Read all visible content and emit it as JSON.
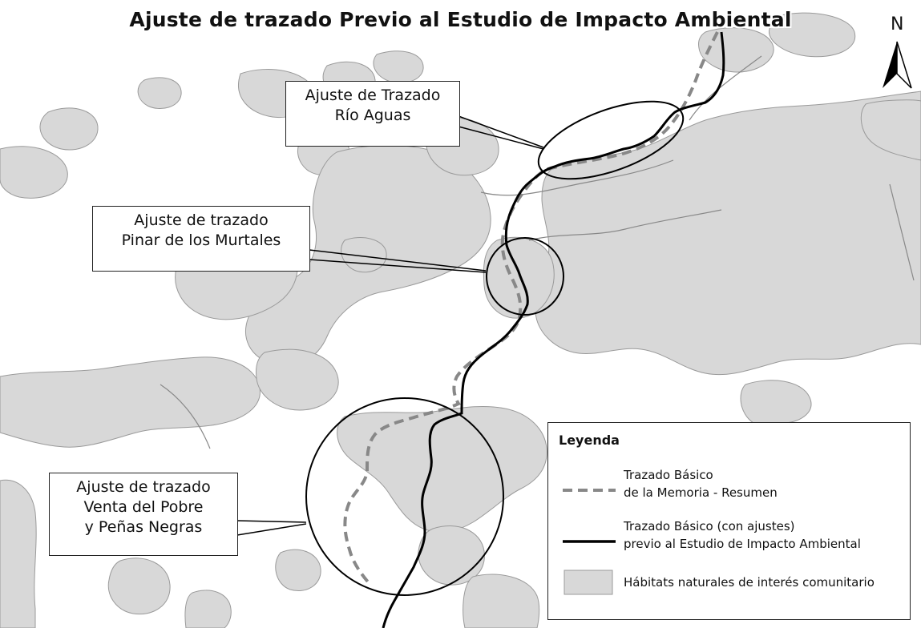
{
  "map": {
    "title": "Ajuste de trazado Previo al Estudio de Impacto Ambiental",
    "north_label": "N",
    "colors": {
      "habitat_fill": "#d8d8d8",
      "habitat_stroke": "#9a9a9a",
      "route_basic": "#888888",
      "route_adjusted": "#000000",
      "background": "#ffffff"
    }
  },
  "callouts": [
    {
      "line1": "Ajuste de Trazado",
      "line2": "Río Aguas",
      "line3": ""
    },
    {
      "line1": "Ajuste de trazado",
      "line2": "Pinar de los Murtales",
      "line3": ""
    },
    {
      "line1": "Ajuste de trazado",
      "line2": "Venta del Pobre",
      "line3": "y Peñas Negras"
    }
  ],
  "legend": {
    "title": "Leyenda",
    "items": [
      {
        "symbol": "dashed-gray-line",
        "line1": "Trazado Básico",
        "line2": "de la Memoria - Resumen"
      },
      {
        "symbol": "solid-black-line",
        "line1": "Trazado Básico (con ajustes)",
        "line2": "previo al Estudio de Impacto Ambiental"
      },
      {
        "symbol": "gray-fill-box",
        "line1": "Hábitats naturales de interés comunitario",
        "line2": ""
      }
    ]
  }
}
